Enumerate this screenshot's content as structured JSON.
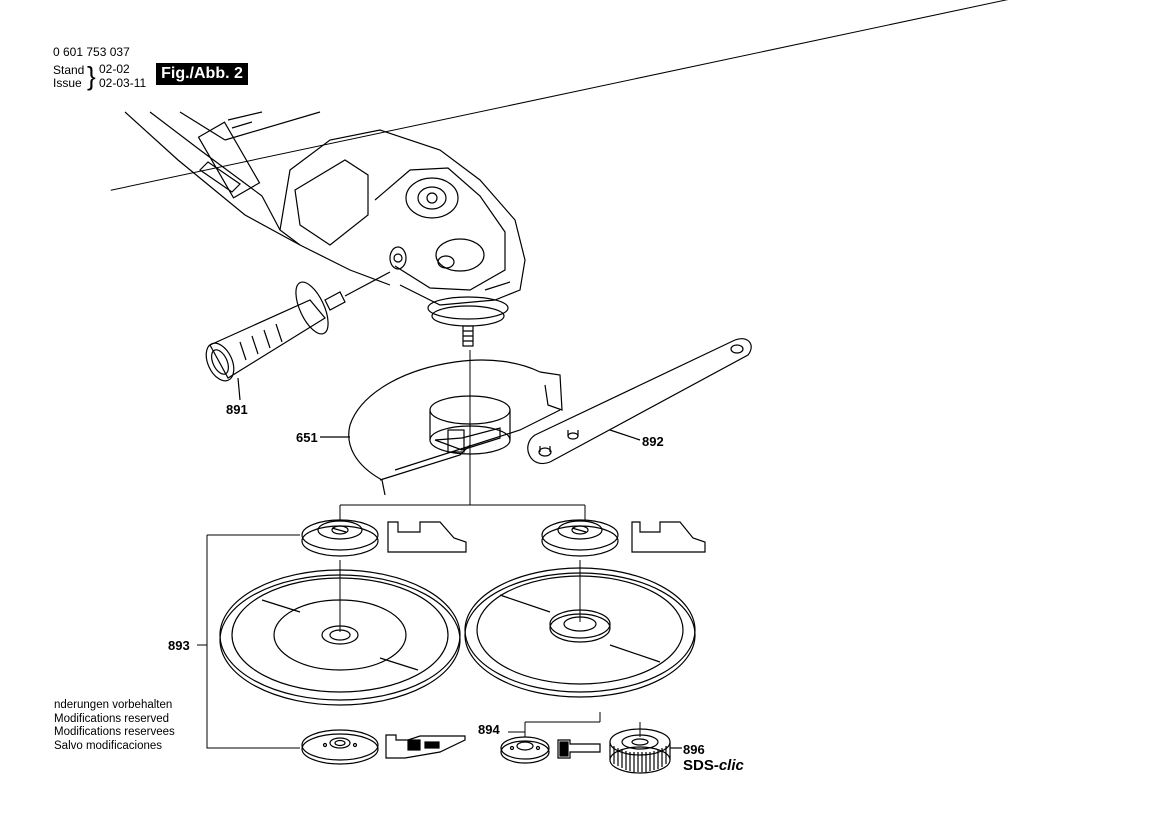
{
  "header": {
    "part_number": "0 601 753 037",
    "stand_label": "Stand",
    "issue_label": "Issue",
    "old_date": "02-02",
    "issue_date": "02-03-11",
    "figure_label": "Fig./Abb. 2"
  },
  "parts": {
    "p891": "891",
    "p651": "651",
    "p892": "892",
    "p893": "893",
    "p894": "894",
    "p896": "896"
  },
  "sds": {
    "prefix": "SDS-",
    "suffix": "clic"
  },
  "notes": [
    "nderungen vorbehalten",
    "Modifications reserved",
    "Modifications reservees",
    "Salvo modificaciones"
  ]
}
